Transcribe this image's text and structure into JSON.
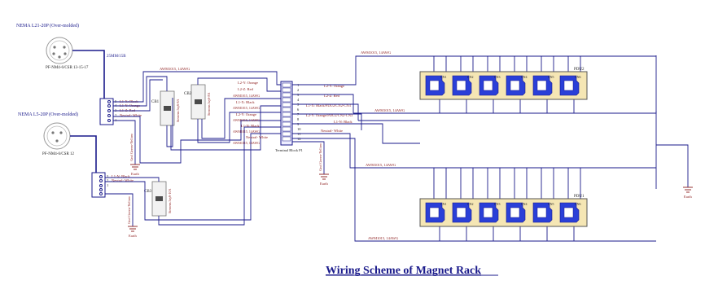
{
  "title": "Wiring Scheme of Magnet Rack",
  "plugs": {
    "top": {
      "name": "NEMA L21-20P (Over-molded)",
      "part": "PF-NM4-6/CSR 13-15-17"
    },
    "bottom": {
      "name": "NEMA L5-20P (Over-molded)",
      "part": "PF-NM4-6/CSR 12"
    }
  },
  "cable_top": "25MM/15B",
  "awm": "AWM1015, 14AWG",
  "earth": "Earth",
  "gnd_label": "Gnd Green-Yellow",
  "terminal_block": "Terminal Block P1",
  "breakers": [
    "CB1",
    "CB2",
    "CB3"
  ],
  "breaker_text": [
    "Siemens 5sy6-8A",
    "Siemens 5sy6-8A",
    "Siemens 5sy6-10A"
  ],
  "connector_top": {
    "pins": [
      "5",
      "4",
      "3",
      "2",
      "1"
    ],
    "labels": [
      "L1-X: Black",
      "L1-Y: Orange",
      "L1-Z: Red",
      "Neutral- White"
    ]
  },
  "connector_bottom": {
    "pins": [
      "3",
      "2",
      "1"
    ],
    "labels": [
      "L1-N: Black",
      "Neutral- White",
      "Gnd Green-Yellow"
    ]
  },
  "tb_left_labels": [
    "L2-Y: Orange",
    "L2-Z: Red",
    "AWM1015, 14AWG",
    "L1-X: Black",
    "AWM1015, 14AWG",
    "L2-Y: Orange",
    "AWM1015, 14AWG",
    "L1-N: Black",
    "AWM1015, 14AWG",
    "Neutral- White",
    "AWM1015, 14AWG"
  ],
  "tb_numbers": [
    "1",
    "2",
    "3",
    "4",
    "5",
    "6",
    "7",
    "8",
    "9",
    "10",
    "11",
    "12"
  ],
  "tb_right_labels": [
    "L2-Y: Orange",
    "L2-Z: Red",
    "L1-X: Black/PDU2/CN2-CN3",
    "L2-Y: Orange/PDU2/CN2-CN3",
    "L1-N: Black",
    "Neutral- White"
  ],
  "pdu2": {
    "name": "PDU2",
    "sockets": [
      "CN1",
      "CN2",
      "CN3",
      "CN4",
      "CN5",
      "CN6"
    ]
  },
  "pdu1": {
    "name": "PDU1",
    "sockets": [
      "CN1",
      "CN2",
      "CN3",
      "CN4",
      "CN5",
      "CN6"
    ]
  },
  "colors": {
    "wire": "#1a1a8b",
    "pdu_fill": "#f5e6b4",
    "socket_blue": "#2a3fd8",
    "label_red": "#8b1a1a"
  }
}
